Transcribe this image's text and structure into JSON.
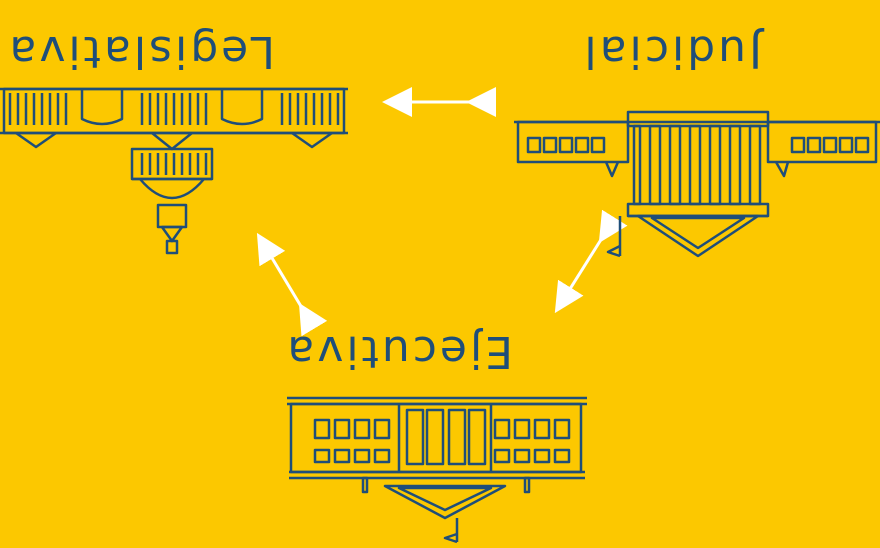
{
  "branches": {
    "legislative": "Legislativa",
    "judicial": "Judicial",
    "executive": "Ejecutiva"
  },
  "colors": {
    "background": "#fcc800",
    "line": "#1f4e79",
    "arrow": "#ffffff"
  }
}
